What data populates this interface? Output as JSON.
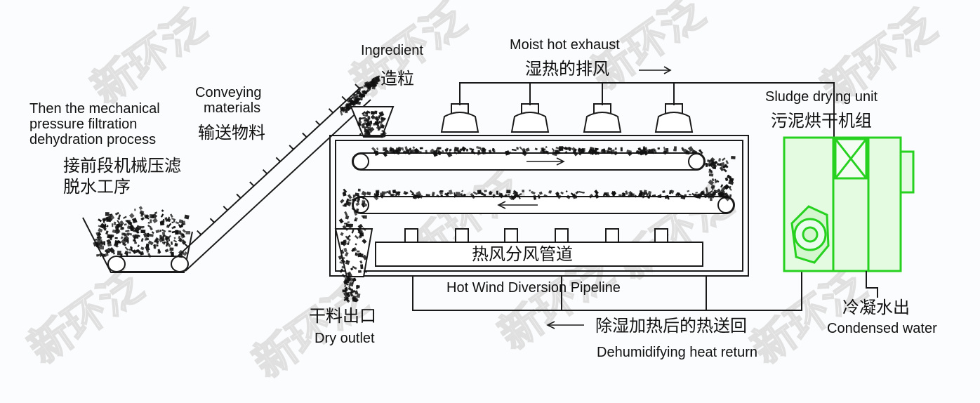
{
  "labels": {
    "mech_en_1": "Then the mechanical",
    "mech_en_2": "pressure filtration",
    "mech_en_3": "dehydration process",
    "mech_zh_1": "接前段机械压滤",
    "mech_zh_2": "脱水工序",
    "conv_en_1": "Conveying",
    "conv_en_2": "materials",
    "conv_zh": "输送物料",
    "ingredient_en": "Ingredient",
    "ingredient_zh": "造粒",
    "exhaust_en": "Moist hot exhaust",
    "exhaust_zh": "湿热的排风",
    "sludge_en": "Sludge drying unit",
    "sludge_zh": "污泥烘干机组",
    "pipeline_zh": "热风分风管道",
    "pipeline_en": "Hot Wind Diversion Pipeline",
    "dry_zh": "干料出口",
    "dry_en": "Dry outlet",
    "return_zh": "除湿加热后的热送回",
    "return_en": "Dehumidifying heat return",
    "water_zh": "冷凝水出",
    "water_en": "Condensed water"
  },
  "watermark": "新环泛",
  "colors": {
    "line": "#1a1a1a",
    "unit": "#27d11f",
    "unit_fill": "#c9f5c3",
    "sludge": "#111111"
  }
}
